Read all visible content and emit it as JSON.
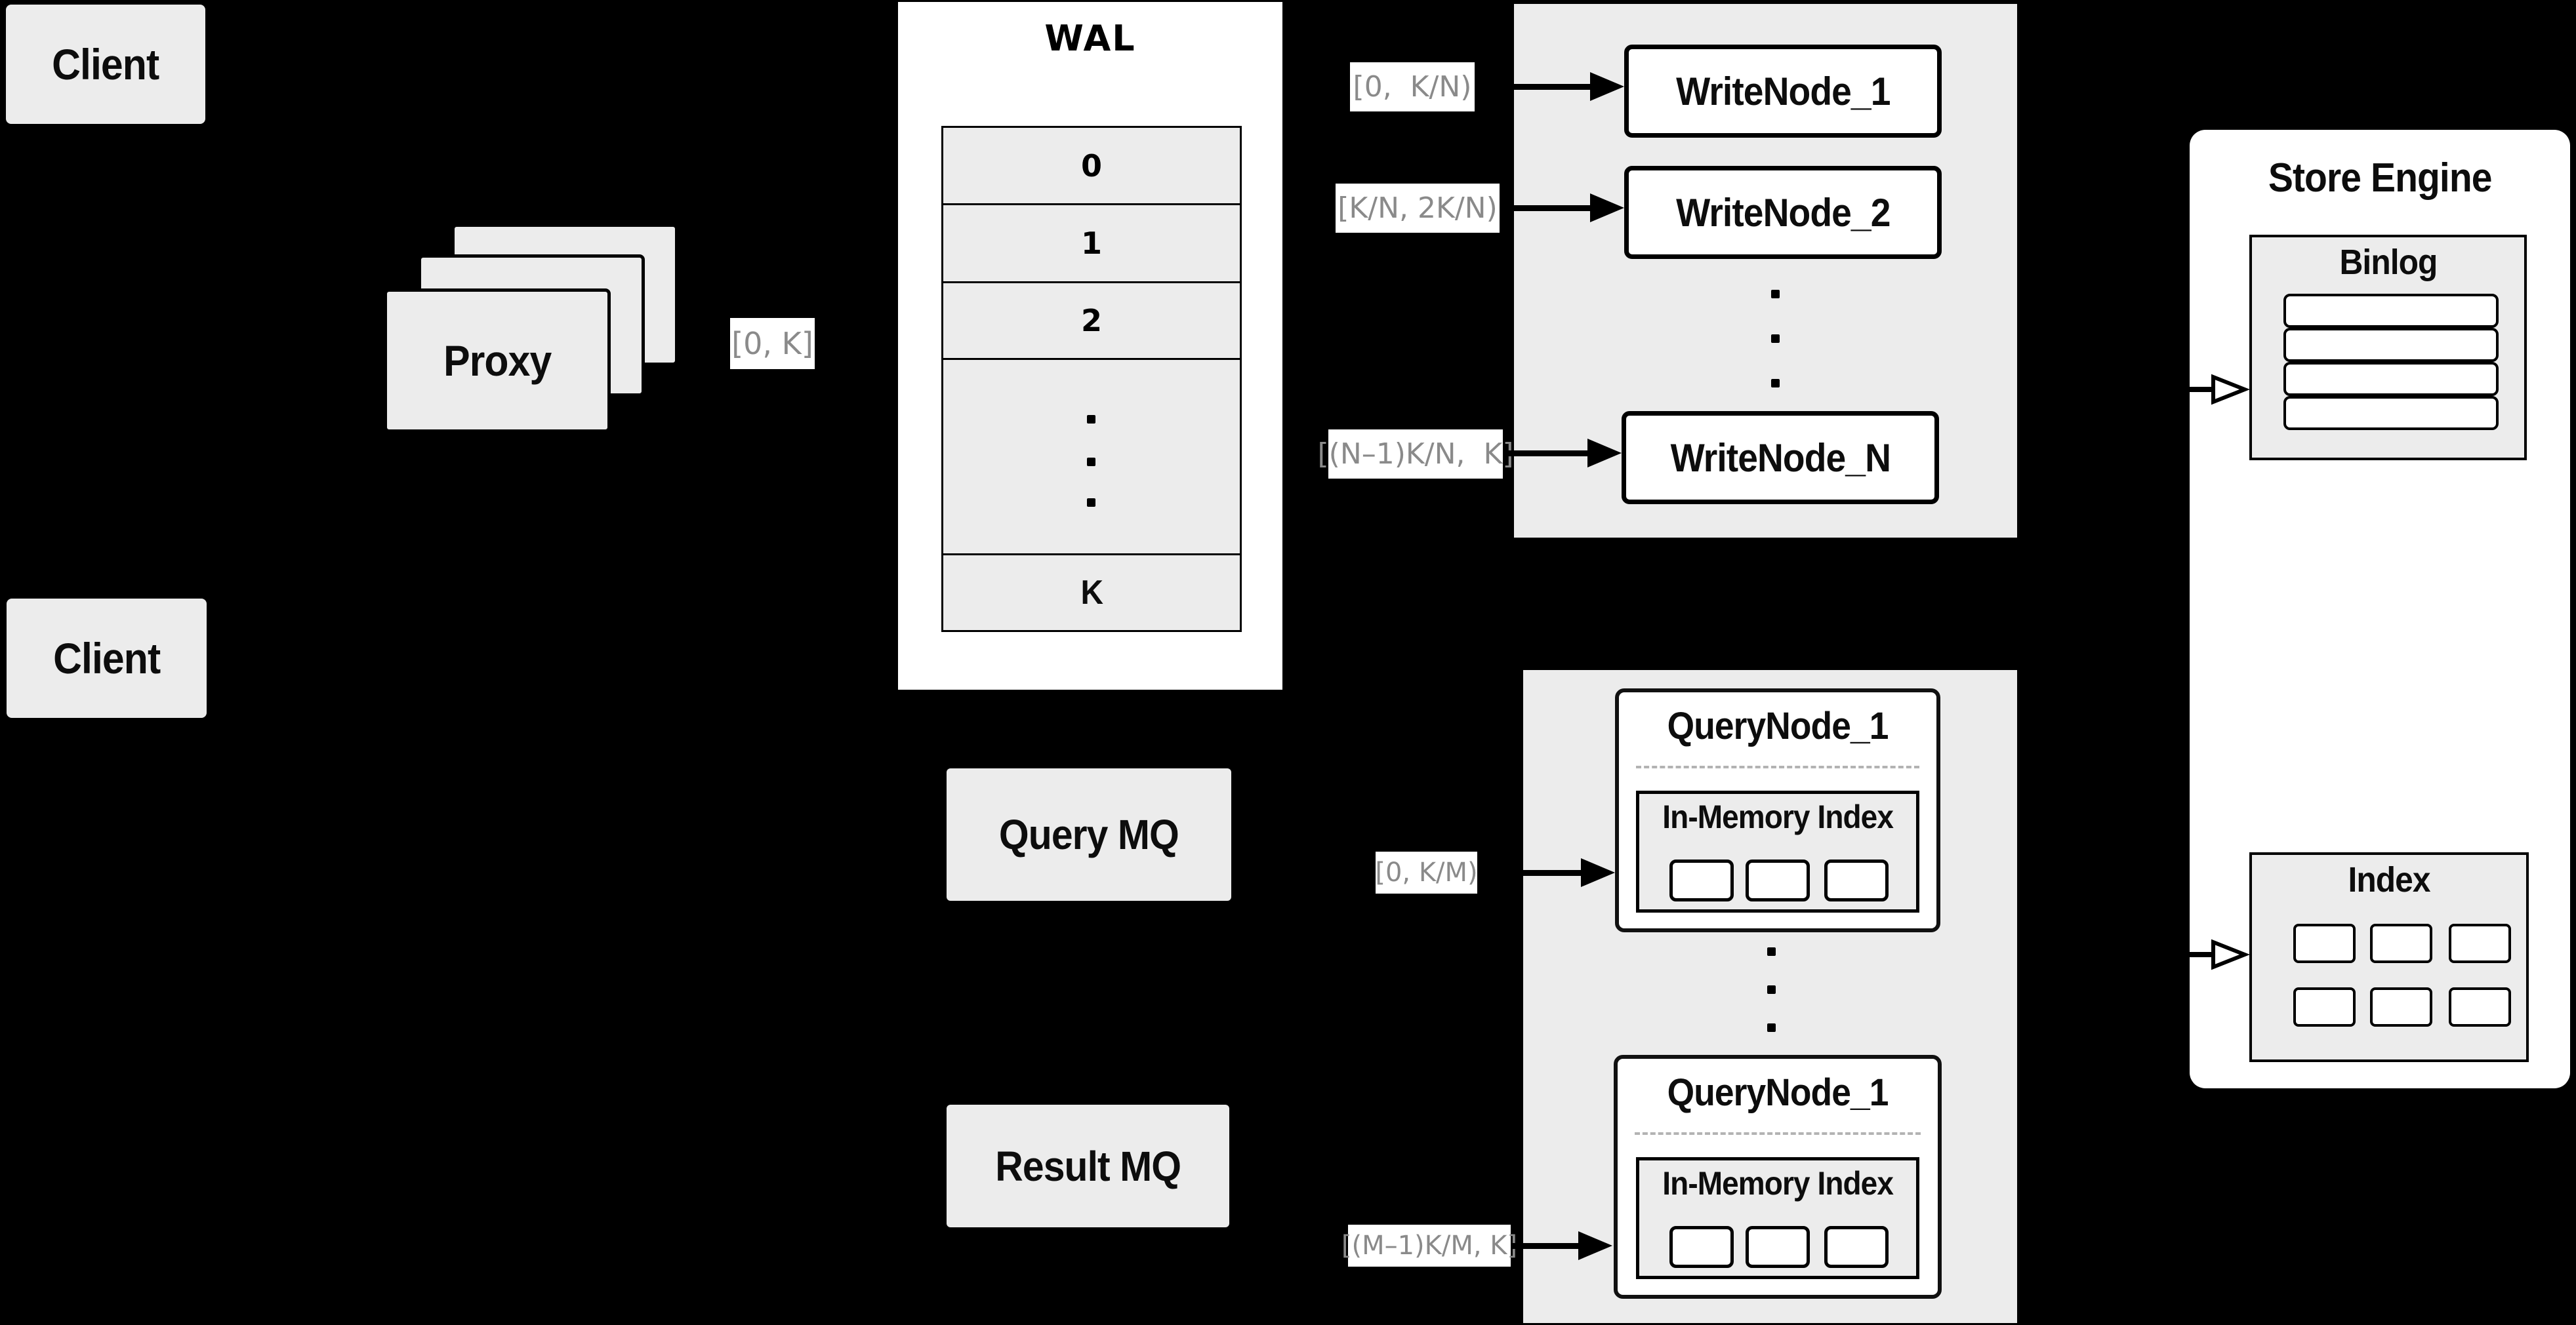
{
  "colors": {
    "background": "#000000",
    "panel_gray": "#ececec",
    "box_white": "#ffffff",
    "border_black": "#000000",
    "label_gray": "#8a8a8a",
    "dashed_gray": "#b3b3b3"
  },
  "clients": {
    "top": "Client",
    "bottom": "Client"
  },
  "proxy": {
    "label": "Proxy"
  },
  "wal": {
    "title": "WAL",
    "rows": [
      "0",
      "1",
      "2",
      "K"
    ]
  },
  "range_labels": {
    "proxy_out": "[0, K]",
    "write_node_1": "[0,  K/N)",
    "write_node_2": "[K/N, 2K/N)",
    "write_node_n": "[(N–1)K/N,  K]",
    "query_node_1": "[0, K/M)",
    "query_node_m": "[(M–1)K/M, K]"
  },
  "write_nodes": {
    "node_1": "WriteNode_1",
    "node_2": "WriteNode_2",
    "node_n": "WriteNode_N"
  },
  "mq": {
    "query": "Query MQ",
    "result": "Result MQ"
  },
  "query_nodes": {
    "top": {
      "title": "QueryNode_1",
      "inner_title": "In-Memory Index"
    },
    "bottom": {
      "title": "QueryNode_1",
      "inner_title": "In-Memory Index"
    }
  },
  "store_engine": {
    "title": "Store Engine",
    "binlog_title": "Binlog",
    "index_title": "Index"
  }
}
